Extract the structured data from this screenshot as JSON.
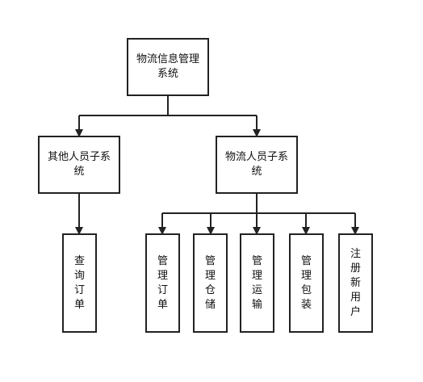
{
  "diagram": {
    "root": {
      "label": "物流信息管理系统"
    },
    "subsystems": [
      {
        "label": "其他人员子系统",
        "children": [
          {
            "label": "查询订单"
          }
        ]
      },
      {
        "label": "物流人员子系统",
        "children": [
          {
            "label": "管理订单"
          },
          {
            "label": "管理仓储"
          },
          {
            "label": "管理运输"
          },
          {
            "label": "管理包装"
          },
          {
            "label": "注册新用户"
          }
        ]
      }
    ],
    "colors": {
      "stroke": "#222222",
      "background": "#ffffff",
      "text": "#111111"
    }
  }
}
